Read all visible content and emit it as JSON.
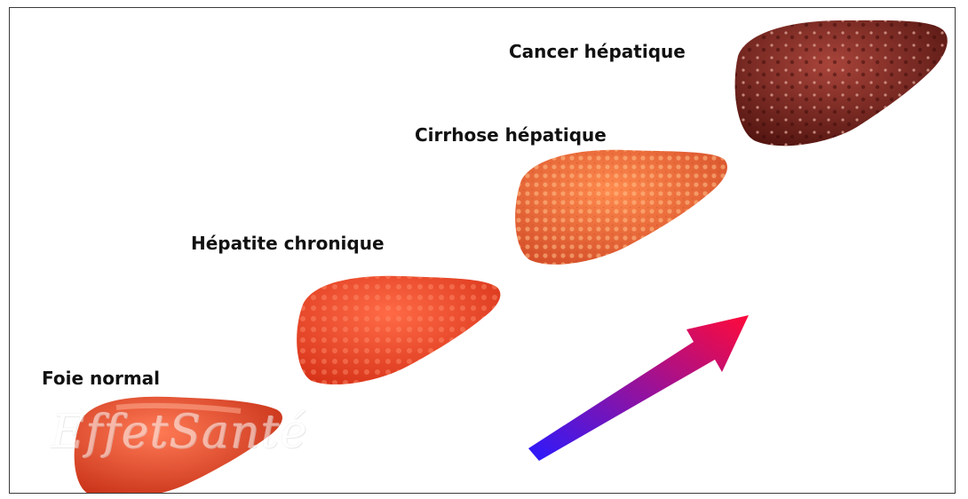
{
  "stages": [
    {
      "label": "Foie normal",
      "color_light": "#ff7a55",
      "color_dark": "#c83218"
    },
    {
      "label": "Hépatite chronique",
      "color_light": "#ff6a45",
      "color_dark": "#d8341a"
    },
    {
      "label": "Cirrhose hépatique",
      "color_light": "#ff8a4e",
      "color_dark": "#d6502a"
    },
    {
      "label": "Cancer hépatique",
      "color_light": "#a8443a",
      "color_dark": "#4e120e"
    }
  ],
  "watermark": "EffetSanté",
  "arrow": {
    "color_start": "#2a1aff",
    "color_end": "#ff0a3a"
  }
}
